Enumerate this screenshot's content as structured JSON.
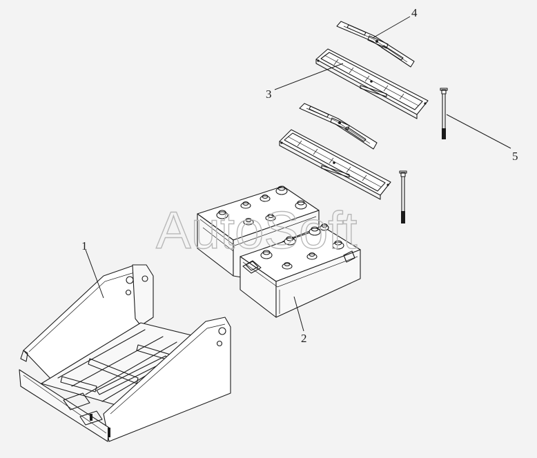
{
  "diagram": {
    "watermark": "AutoSoft",
    "callouts": [
      "1",
      "2",
      "3",
      "4",
      "5"
    ]
  }
}
